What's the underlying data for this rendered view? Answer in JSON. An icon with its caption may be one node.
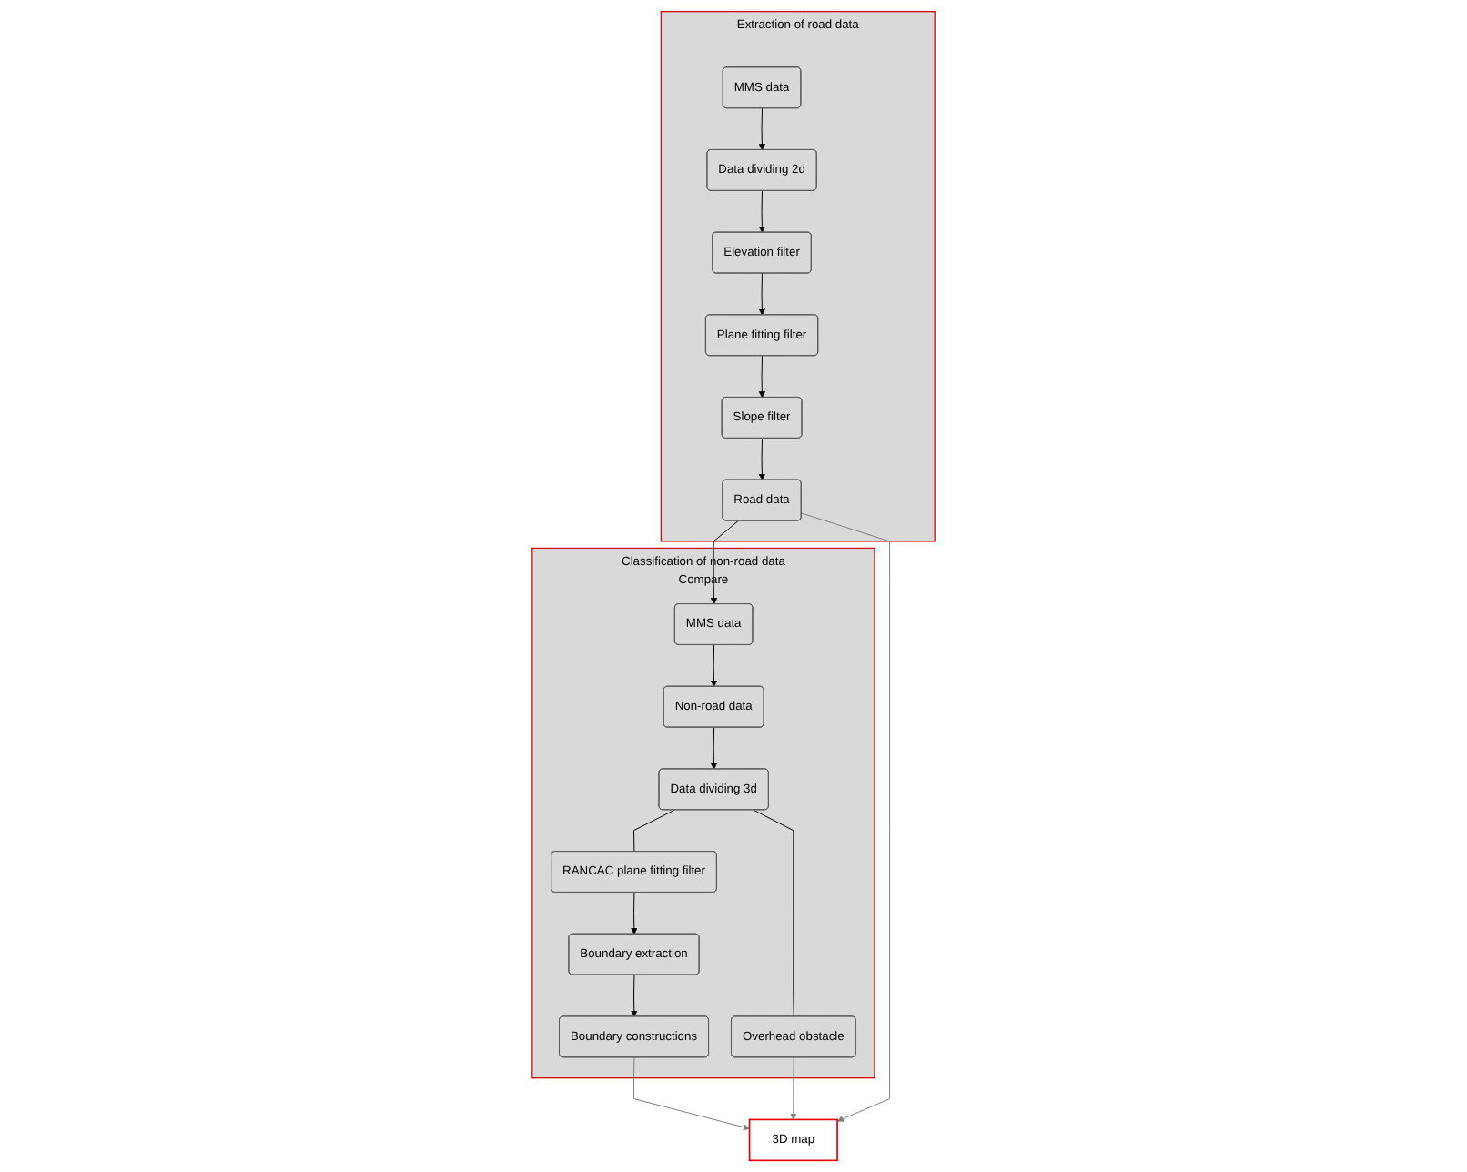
{
  "diagram": {
    "nodes": [
      {
        "text": [
          "Extraction of road data"
        ]
      },
      {
        "text": [
          "MMS data"
        ],
        "in": 0
      },
      {
        "text": [
          "Data dividing 2d"
        ],
        "in": 0
      },
      {
        "text": [
          "Elevation filter"
        ],
        "in": 0
      },
      {
        "text": [
          "Plane fitting filter"
        ],
        "in": 0
      },
      {
        "text": [
          "Slope filter"
        ],
        "in": 0
      },
      {
        "text": [
          "Road data"
        ],
        "in": 0
      },
      {
        "text": [
          "Classification of non-road data",
          "Compare"
        ]
      },
      {
        "text": [
          "MMS data"
        ],
        "in": 7
      },
      {
        "text": [
          "Non-road data"
        ],
        "in": 7
      },
      {
        "text": [
          "Data dividing 3d"
        ],
        "in": 7
      },
      {
        "text": [
          "RANCAC plane fitting filter"
        ],
        "in": 7
      },
      {
        "text": [
          "Overhead obstacle"
        ],
        "in": 7
      },
      {
        "text": [
          "Boundary extraction"
        ],
        "in": 7
      },
      {
        "text": [
          "Boundary constructions"
        ],
        "in": 7
      },
      {
        "text": [
          "3D map"
        ]
      }
    ],
    "edges": [
      {
        "from": 1,
        "to": 2,
        "arrow": "to"
      },
      {
        "from": 2,
        "to": 3,
        "arrow": "to"
      },
      {
        "from": 3,
        "to": 4,
        "arrow": "to"
      },
      {
        "from": 4,
        "to": 5,
        "arrow": "to"
      },
      {
        "from": 5,
        "to": 6,
        "arrow": "to"
      },
      {
        "from": 6,
        "to": 8,
        "arrow": "to"
      },
      {
        "from": 8,
        "to": 9,
        "arrow": "to"
      },
      {
        "from": 9,
        "to": 10,
        "arrow": "to"
      },
      {
        "from": 10,
        "to": 11,
        "arrow": "none"
      },
      {
        "from": 10,
        "to": 12,
        "arrow": "none"
      },
      {
        "from": 11,
        "to": 13,
        "arrow": "to"
      },
      {
        "from": 13,
        "to": 14,
        "arrow": "to"
      },
      {
        "from": 14,
        "to": 15,
        "arrow": "to",
        "color": "#808080"
      },
      {
        "from": 12,
        "to": 15,
        "arrow": "to",
        "color": "#808080"
      },
      {
        "from": 6,
        "to": 15,
        "arrow": "to",
        "color": "#808080"
      }
    ]
  }
}
